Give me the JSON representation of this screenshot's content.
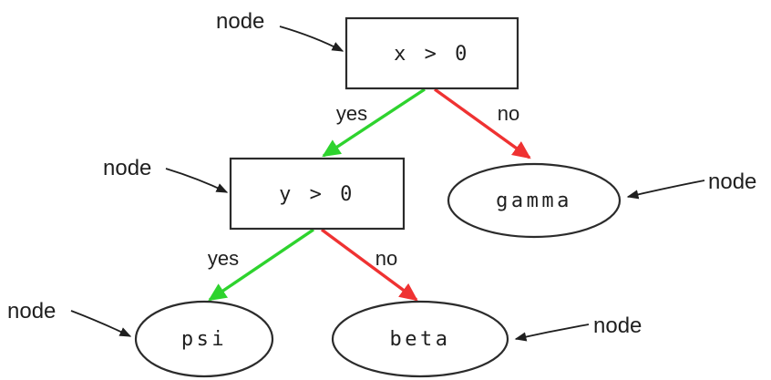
{
  "diagram": {
    "kind": "decision-tree",
    "colors": {
      "background": "#ffffff",
      "shape_outline": "#2b2b2b",
      "text": "#1f1f1f",
      "yes_edge": "#2ed32e",
      "no_edge": "#ef3232",
      "annotation": "#1f1f1f"
    },
    "nodes": {
      "root": {
        "shape": "rectangle",
        "label": "x > 0"
      },
      "child": {
        "shape": "rectangle",
        "label": "y > 0"
      },
      "gamma": {
        "shape": "ellipse",
        "label": "gamma"
      },
      "psi": {
        "shape": "ellipse",
        "label": "psi"
      },
      "beta": {
        "shape": "ellipse",
        "label": "beta"
      }
    },
    "edges": {
      "root_yes": {
        "from": "x > 0",
        "to": "y > 0",
        "label": "yes",
        "color": "#2ed32e"
      },
      "root_no": {
        "from": "x > 0",
        "to": "gamma",
        "label": "no",
        "color": "#ef3232"
      },
      "child_yes": {
        "from": "y > 0",
        "to": "psi",
        "label": "yes",
        "color": "#2ed32e"
      },
      "child_no": {
        "from": "y > 0",
        "to": "beta",
        "label": "no",
        "color": "#ef3232"
      }
    },
    "annotations": {
      "root": {
        "label": "node"
      },
      "child": {
        "label": "node"
      },
      "gamma": {
        "label": "node"
      },
      "psi": {
        "label": "node"
      },
      "beta": {
        "label": "node"
      }
    }
  }
}
